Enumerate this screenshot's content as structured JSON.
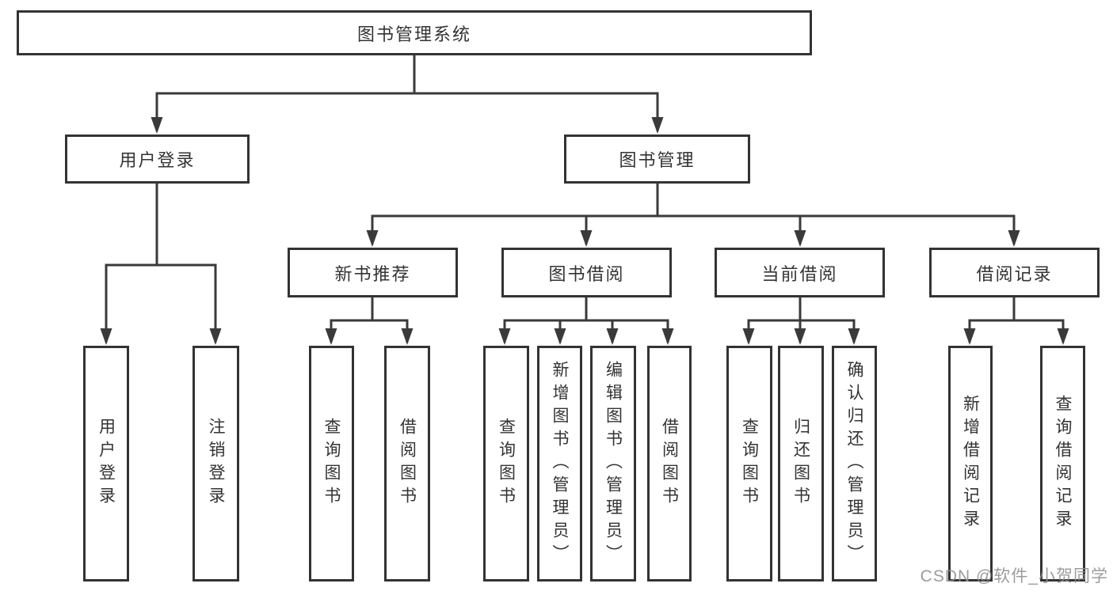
{
  "tree": {
    "root": {
      "label": "图书管理系统"
    },
    "branches": [
      {
        "label": "用户登录",
        "children": [
          {
            "label": "用户登录"
          },
          {
            "label": "注销登录"
          }
        ]
      },
      {
        "label": "图书管理",
        "children": [
          {
            "label": "新书推荐",
            "children": [
              {
                "label": "查询图书"
              },
              {
                "label": "借阅图书"
              }
            ]
          },
          {
            "label": "图书借阅",
            "children": [
              {
                "label": "查询图书"
              },
              {
                "label": "新增图书（管理员）"
              },
              {
                "label": "编辑图书（管理员）"
              },
              {
                "label": "借阅图书"
              }
            ]
          },
          {
            "label": "当前借阅",
            "children": [
              {
                "label": "查询图书"
              },
              {
                "label": "归还图书"
              },
              {
                "label": "确认归还（管理员）"
              }
            ]
          },
          {
            "label": "借阅记录",
            "children": [
              {
                "label": "新增借阅记录"
              },
              {
                "label": "查询借阅记录"
              }
            ]
          }
        ]
      }
    ]
  },
  "watermark": "CSDN @软件_小贺同学",
  "colors": {
    "line": "#3a3a3a",
    "box_border": "#333333",
    "text": "#333333",
    "watermark": "#8f8f8f",
    "background": "#ffffff"
  }
}
